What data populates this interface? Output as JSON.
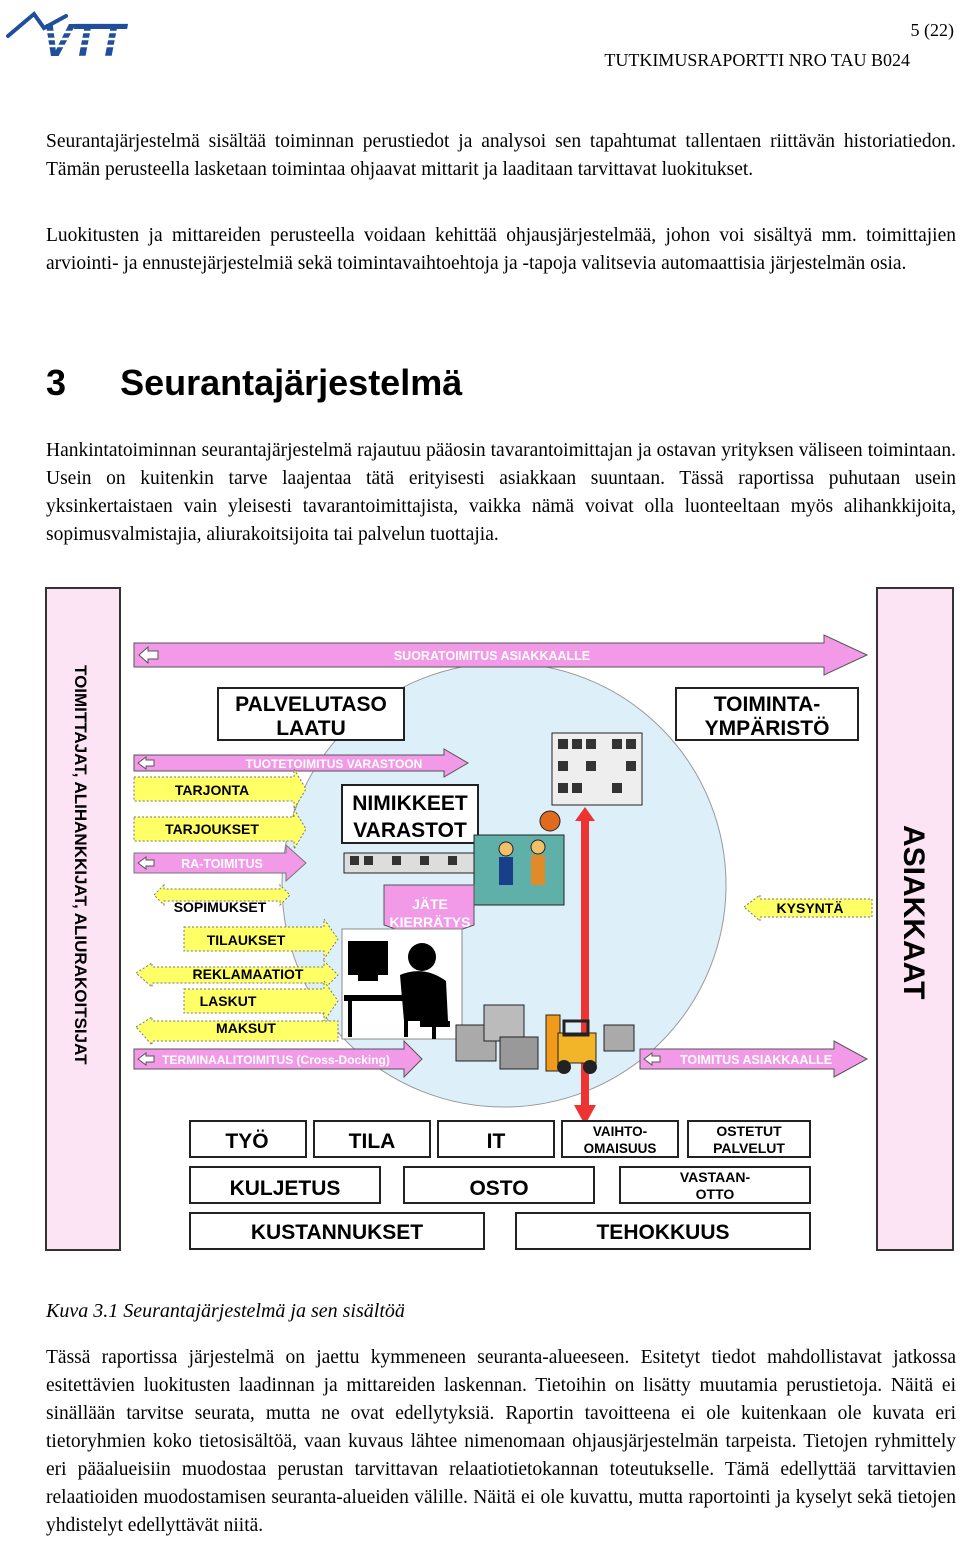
{
  "header": {
    "logo_text": "VTT",
    "page_number": "5 (22)",
    "report_id": "TUTKIMUSRAPORTTI NRO TAU B024"
  },
  "intro": {
    "p1": "Seurantajärjestelmä sisältää toiminnan perustiedot ja analysoi sen tapahtumat tallentaen riittävän historiatiedon. Tämän perusteella lasketaan toimintaa ohjaavat mittarit ja laaditaan tarvittavat luokitukset.",
    "p2": "Luokitusten ja mittareiden perusteella voidaan kehittää ohjausjärjestelmää, johon voi sisältyä mm. toimittajien arviointi- ja ennustejärjestelmiä sekä toimintavaihtoehtoja ja -tapoja valitsevia automaattisia järjestelmän osia."
  },
  "section": {
    "number": "3",
    "title": "Seurantajärjestelmä"
  },
  "section_text": "Hankintatoiminnan seurantajärjestelmä rajautuu pääosin tavarantoimittajan ja ostavan yrityksen väliseen toimintaan. Usein on kuitenkin tarve laajentaa tätä erityisesti asiakkaan suuntaan. Tässä raportissa puhutaan usein yksinkertaistaen vain yleisesti tavarantoimittajista, vaikka nämä voivat olla luonteeltaan myös alihankkijoita, sopimusvalmistajia, aliurakoitsijoita tai palvelun tuottajia.",
  "diagram": {
    "left_bar": "TOIMITTAJAT, ALIHANKKIJAT, ALIURAKOITSIJAT",
    "right_bar": "ASIAKKAAT",
    "top_arrow": "SUORATOIMITUS ASIAKKAALLE",
    "box_palvelutaso": [
      "PALVELUTASO",
      "LAATU"
    ],
    "box_toimintaymparisto": [
      "TOIMINTA-",
      "YMPÄRISTÖ"
    ],
    "tuotetoimitus": "TUOTETOIMITUS VARASTOON",
    "box_nimikkeet": [
      "NIMIKKEET",
      "VARASTOT"
    ],
    "jate": [
      "JÄTE",
      "KIERRÄTYS"
    ],
    "flows": [
      "TARJONTA",
      "TARJOUKSET",
      "RA-TOIMITUS",
      "SOPIMUKSET",
      "TILAUKSET",
      "REKLAMAATIOT",
      "LASKUT",
      "MAKSUT"
    ],
    "kysynta": "KYSYNTÄ",
    "terminaali": "TERMINAALITOIMITUS (Cross-Docking)",
    "toimitus_asiakkaalle": "TOIMITUS ASIAKKAALLE",
    "bottom": {
      "tyo": "TYÖ",
      "tila": "TILA",
      "it": "IT",
      "vaihto": [
        "VAIHTO-",
        "OMAISUUS"
      ],
      "ostetut": [
        "OSTETUT",
        "PALVELUT"
      ],
      "kuljetus": "KULJETUS",
      "osto": "OSTO",
      "vastaan": [
        "VASTAAN-",
        "OTTO"
      ],
      "kustannukset": "KUSTANNUKSET",
      "tehokkuus": "TEHOKKUUS"
    },
    "colors": {
      "supplier_bar": "#FCE4F4",
      "circle": "#DDF0FA",
      "arrow_pink": "#F29AE8",
      "arrow_yellow": "#FFFF66"
    }
  },
  "caption": "Kuva 3.1 Seurantajärjestelmä ja sen sisältöä",
  "closing": "Tässä raportissa järjestelmä on jaettu kymmeneen seuranta-alueeseen. Esitetyt tiedot mahdollistavat jatkossa esitettävien luokitusten laadinnan ja mittareiden laskennan. Tietoihin on lisätty muutamia perustietoja. Näitä ei sinällään tarvitse seurata, mutta ne ovat edellytyksiä. Raportin tavoitteena ei ole kuitenkaan ole kuvata eri tietoryhmien koko tietosisältöä, vaan kuvaus lähtee nimenomaan ohjausjärjestelmän tarpeista. Tietojen ryhmittely eri pääalueisiin muodostaa perustan tarvittavan relaatiotietokannan toteutukselle. Tämä edellyttää tarvittavien relaatioiden muodostamisen seuranta-alueiden välille. Näitä ei ole kuvattu, mutta raportointi ja kyselyt sekä tietojen yhdistelyt edellyttävät niitä."
}
